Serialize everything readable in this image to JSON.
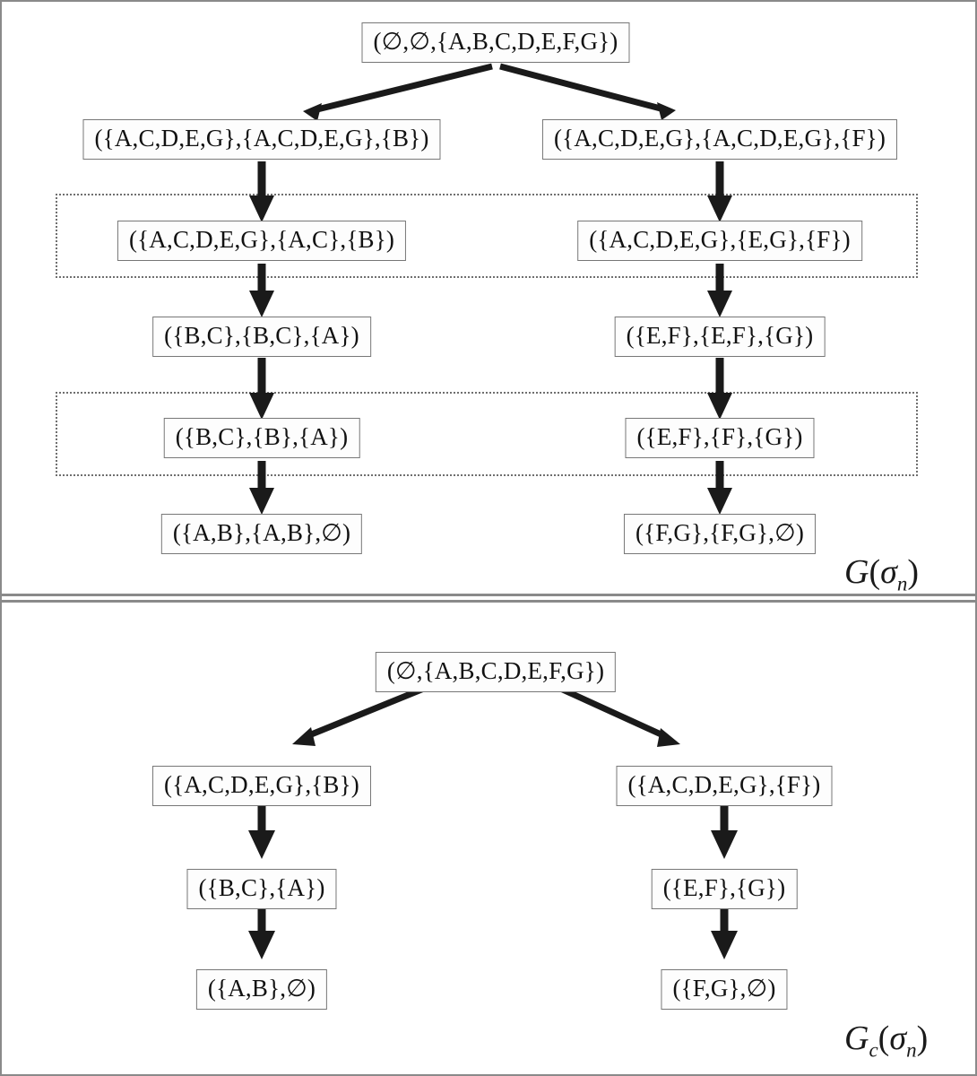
{
  "figure": {
    "panels": [
      {
        "id": "upper",
        "caption_base": "G",
        "caption_subscript": "",
        "caption_arg": "(σ",
        "caption_arg_sub": "n",
        "caption_close": ")",
        "caption_text": "G(σn)",
        "nodes": {
          "root": "(∅,∅,{A,B,C,D,E,F,G})",
          "left_1": "({A,C,D,E,G},{A,C,D,E,G},{B})",
          "right_1": "({A,C,D,E,G},{A,C,D,E,G},{F})",
          "left_2": "({A,C,D,E,G},{A,C},{B})",
          "right_2": "({A,C,D,E,G},{E,G},{F})",
          "left_3": "({B,C},{B,C},{A})",
          "right_3": "({E,F},{E,F},{G})",
          "left_4": "({B,C},{B},{A})",
          "right_4": "({E,F},{F},{G})",
          "left_5": "({A,B},{A,B},∅)",
          "right_5": "({F,G},{F,G},∅)"
        }
      },
      {
        "id": "lower",
        "caption_base": "G",
        "caption_subscript": "c",
        "caption_arg": "(σ",
        "caption_arg_sub": "n",
        "caption_close": ")",
        "caption_text": "Gc(σn)",
        "nodes": {
          "root": "(∅,{A,B,C,D,E,F,G})",
          "left_1": "({A,C,D,E,G},{B})",
          "right_1": "({A,C,D,E,G},{F})",
          "left_2": "({B,C},{A})",
          "right_2": "({E,F},{G})",
          "left_3": "({A,B},∅)",
          "right_3": "({F,G},∅)"
        }
      }
    ],
    "colors": {
      "node_border": "#777777",
      "node_fill": "#fdfdfd",
      "arrow": "#1a1a1a",
      "dotted_group_border": "#6f6f6f",
      "frame": "#8a8a8a",
      "text": "#111111"
    }
  }
}
